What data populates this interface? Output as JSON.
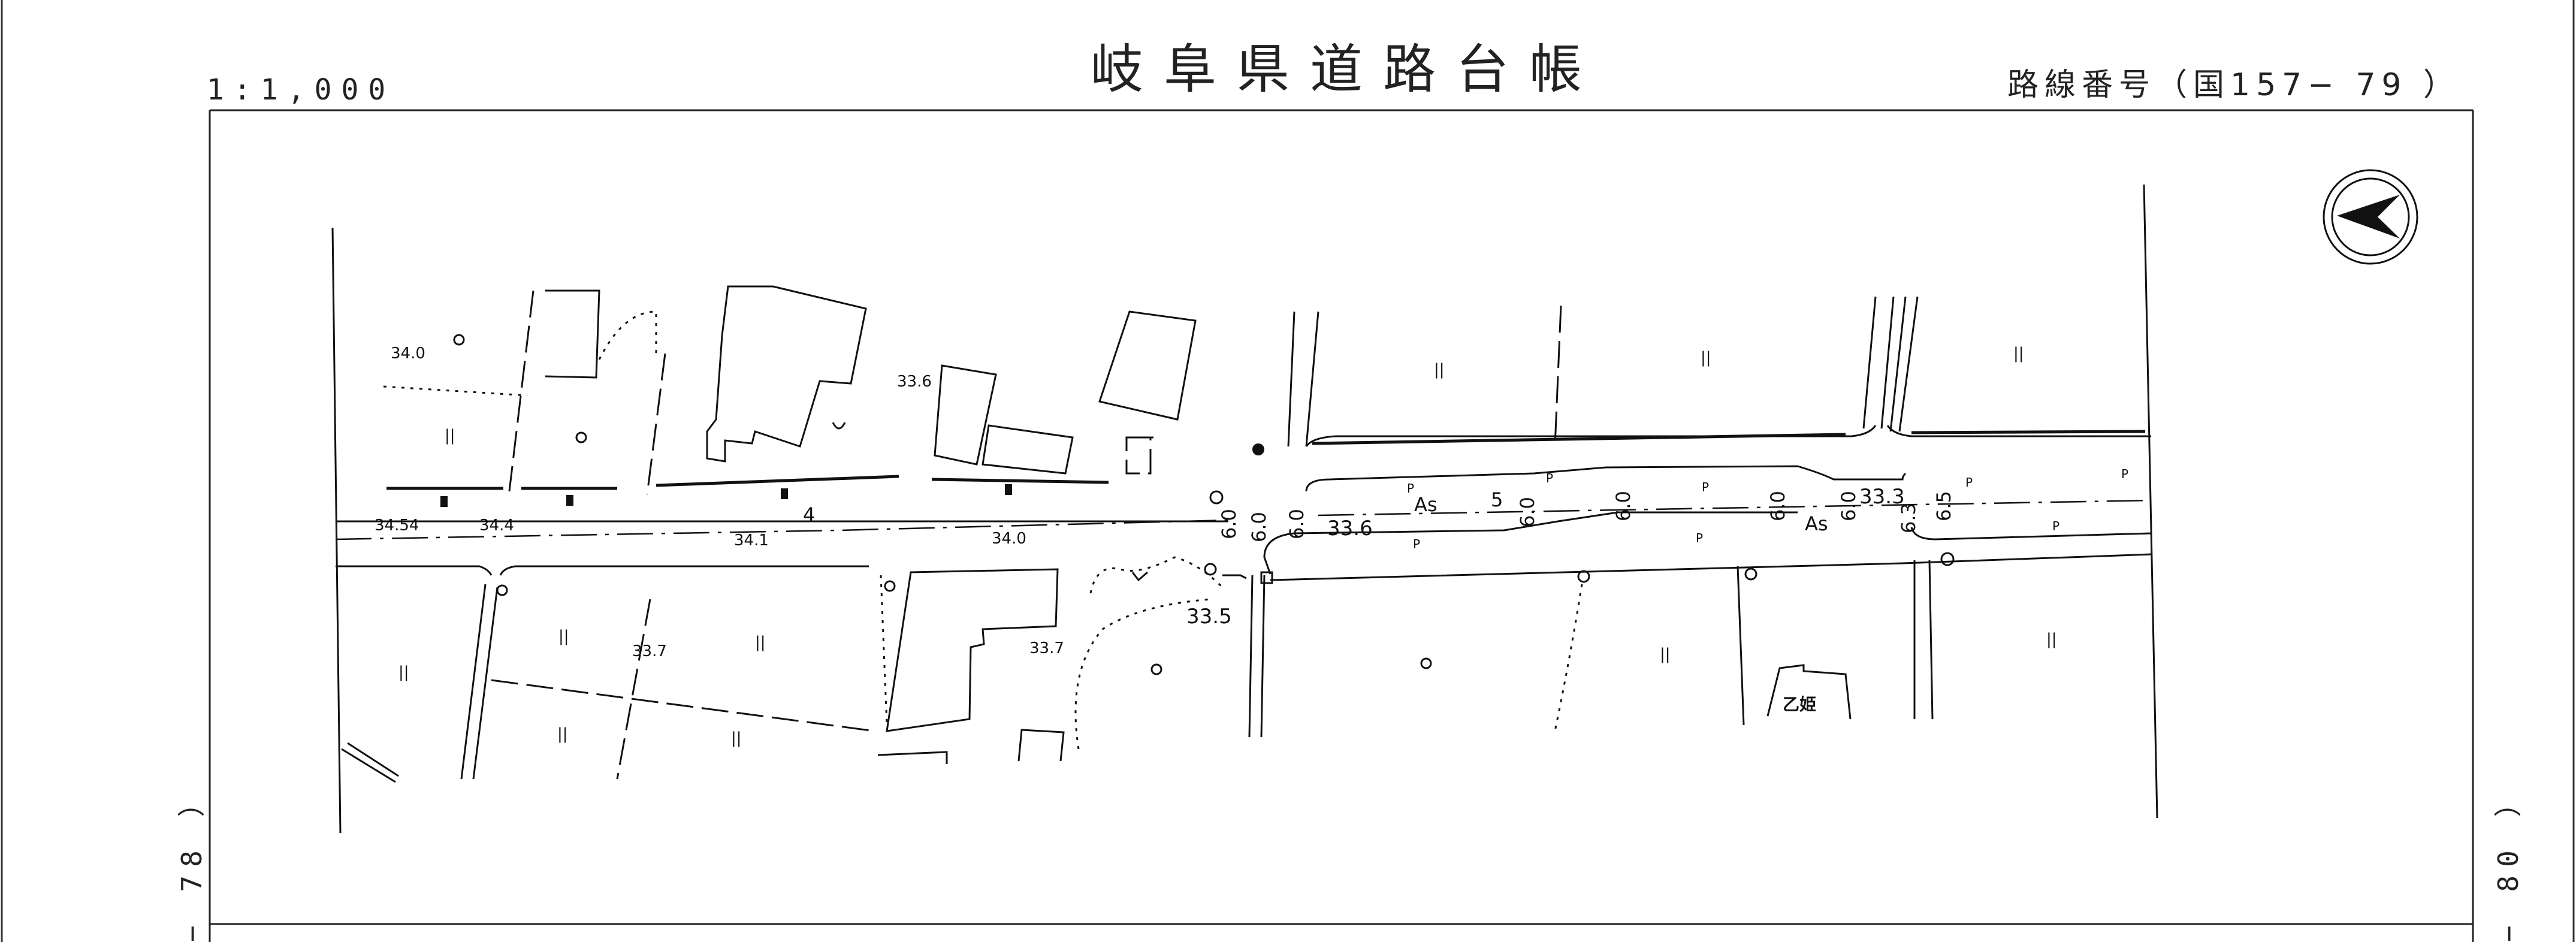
{
  "header": {
    "title": "岐阜県道路台帳",
    "scale": "1:1,000",
    "route_number": "路線番号（国157− 79 ）"
  },
  "edges": {
    "left_sheet_ref": "− 78 ）",
    "right_sheet_ref": "− 80 ）"
  },
  "map": {
    "elevations": {
      "e340": "34.0",
      "e336": "33.6",
      "e3454": "34.54",
      "e344": "34.4",
      "e341": "34.1",
      "e340b": "34.0",
      "e337a": "33.7",
      "e337b": "33.7",
      "e335": "33.5",
      "e336b": "33.6",
      "e333": "33.3"
    },
    "road_widths": {
      "w1": "6.0",
      "w2": "6.0",
      "w3": "6.0",
      "w4": "6.0",
      "w5": "6.0",
      "w6": "6.0",
      "w7": "6.0",
      "w8": "6.3",
      "w9": "6.5"
    },
    "surface_labels": {
      "as1": "As",
      "as2": "As"
    },
    "lane_labels": {
      "l4": "4",
      "l5": "5"
    },
    "place_name": "乙姫",
    "parcel_mark": "||",
    "pole_mark": "P"
  }
}
